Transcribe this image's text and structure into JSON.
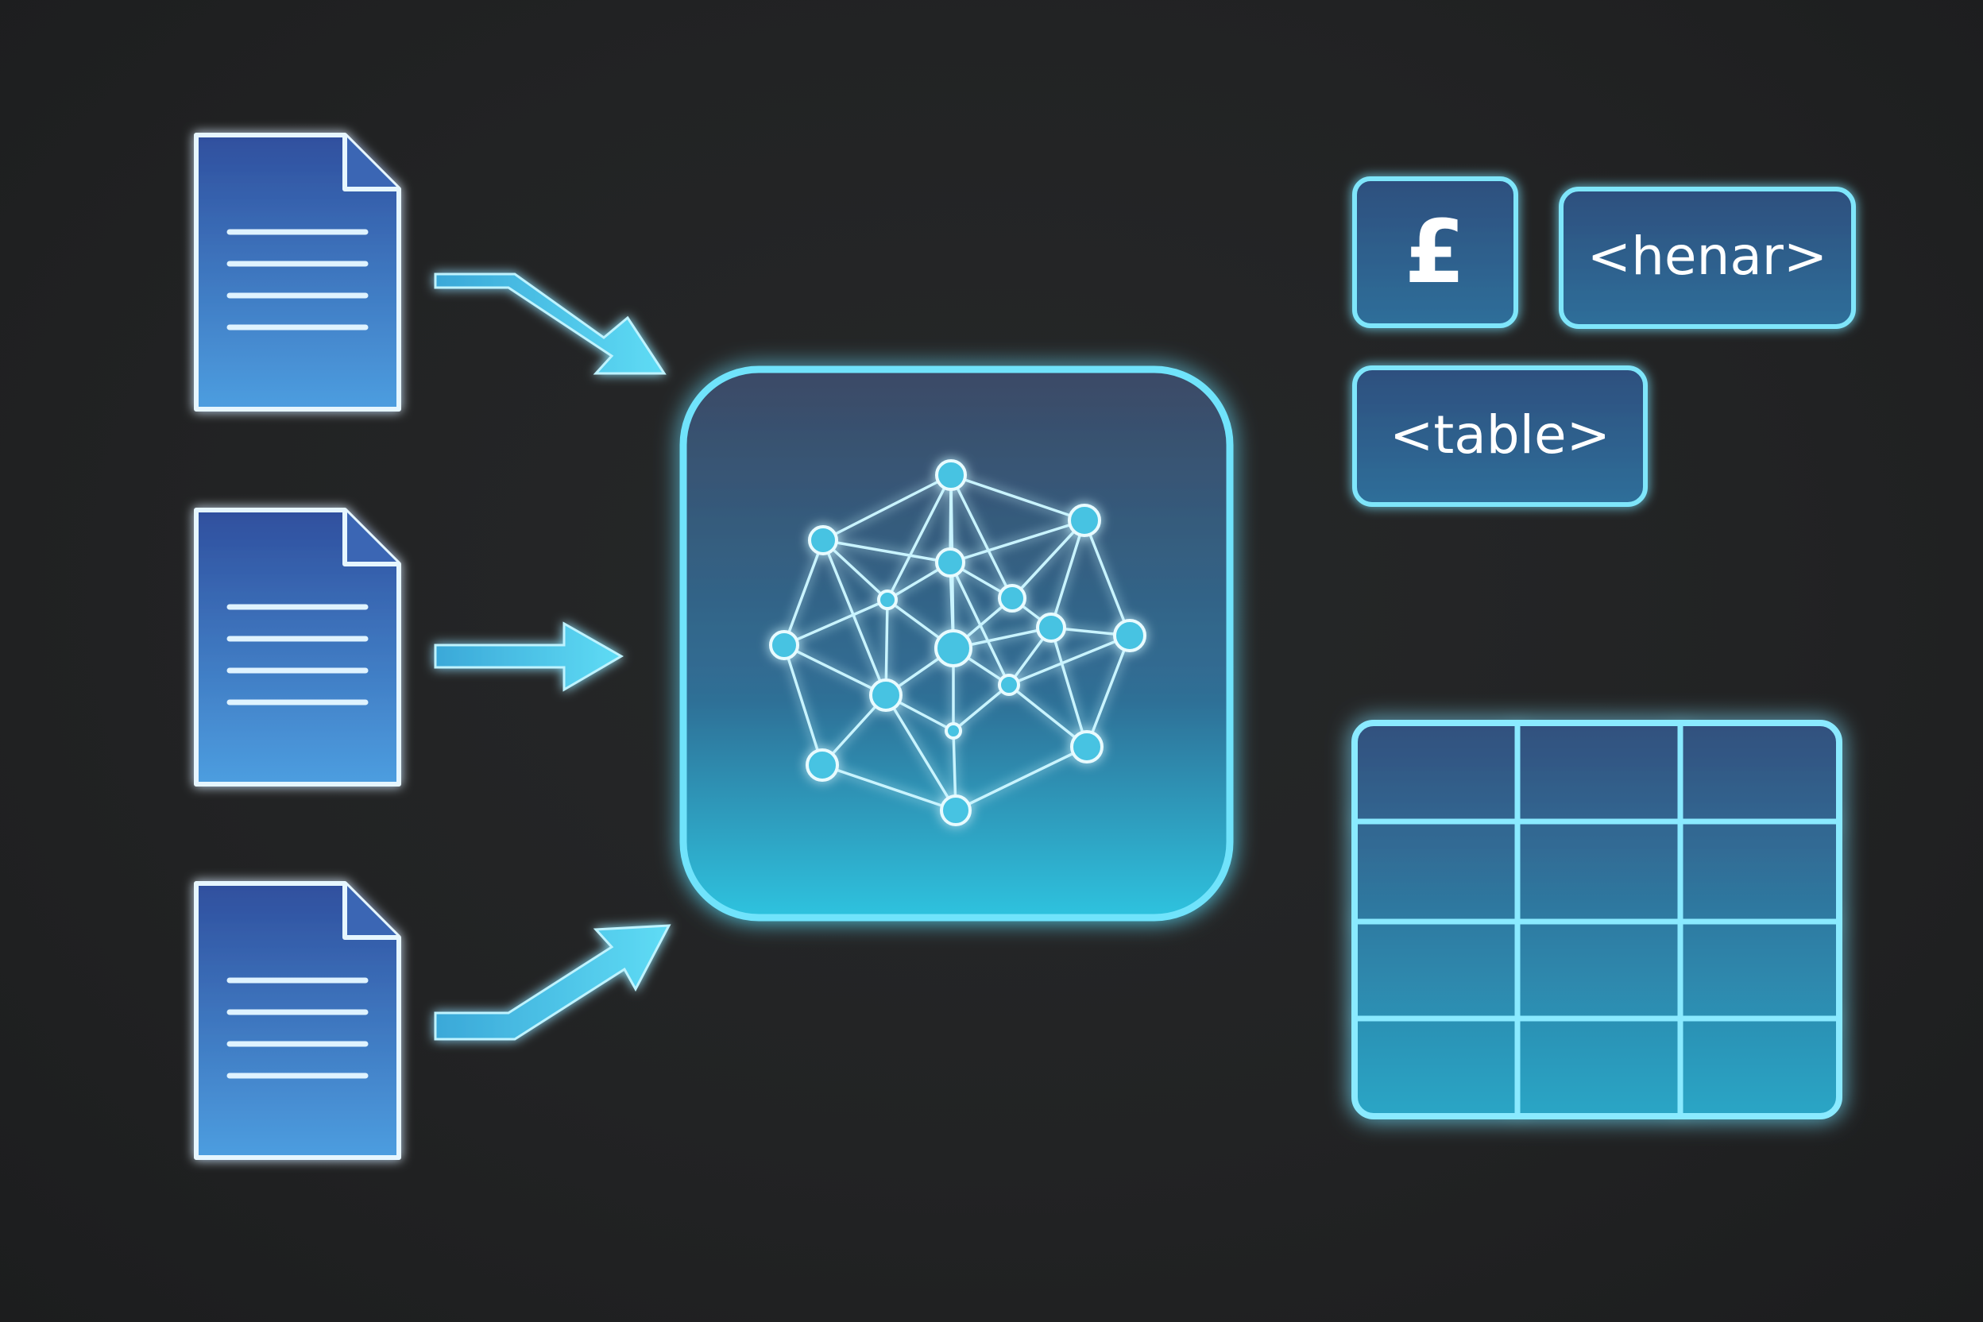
{
  "colors": {
    "background": "#222324",
    "glow": "#4fd6f2",
    "outline_light": "#d8f6ff",
    "doc_top": "#2f4f9e",
    "doc_bottom": "#4d9ee0",
    "hub_top": "#3d4f6c",
    "hub_bottom": "#2fb9d8",
    "tag_fill": "#2e5a86"
  },
  "documents": [
    {
      "icon": "document-icon"
    },
    {
      "icon": "document-icon"
    },
    {
      "icon": "document-icon"
    }
  ],
  "hub": {
    "icon": "neural-network-icon"
  },
  "output_tags": [
    {
      "label": "£",
      "icon": "pound-symbol"
    },
    {
      "label": "<henar>"
    },
    {
      "label": "<table>"
    }
  ],
  "table_grid": {
    "rows": 4,
    "columns": 3,
    "icon": "table-grid-icon"
  }
}
